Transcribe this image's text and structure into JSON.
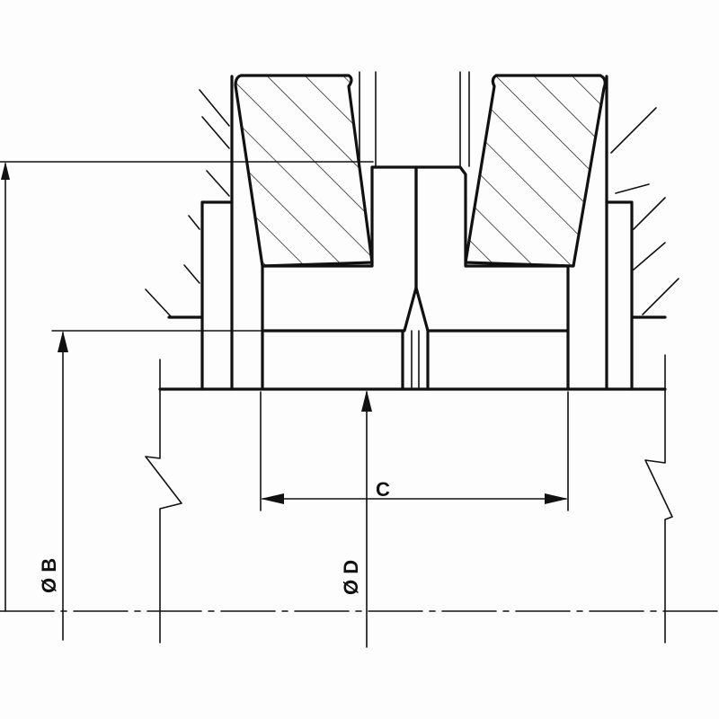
{
  "drawing": {
    "labels": {
      "c": "C",
      "b": "Ø B",
      "d": "Ø D"
    },
    "colors": {
      "ink": "#111111",
      "paper": "#fdfdfd"
    }
  }
}
